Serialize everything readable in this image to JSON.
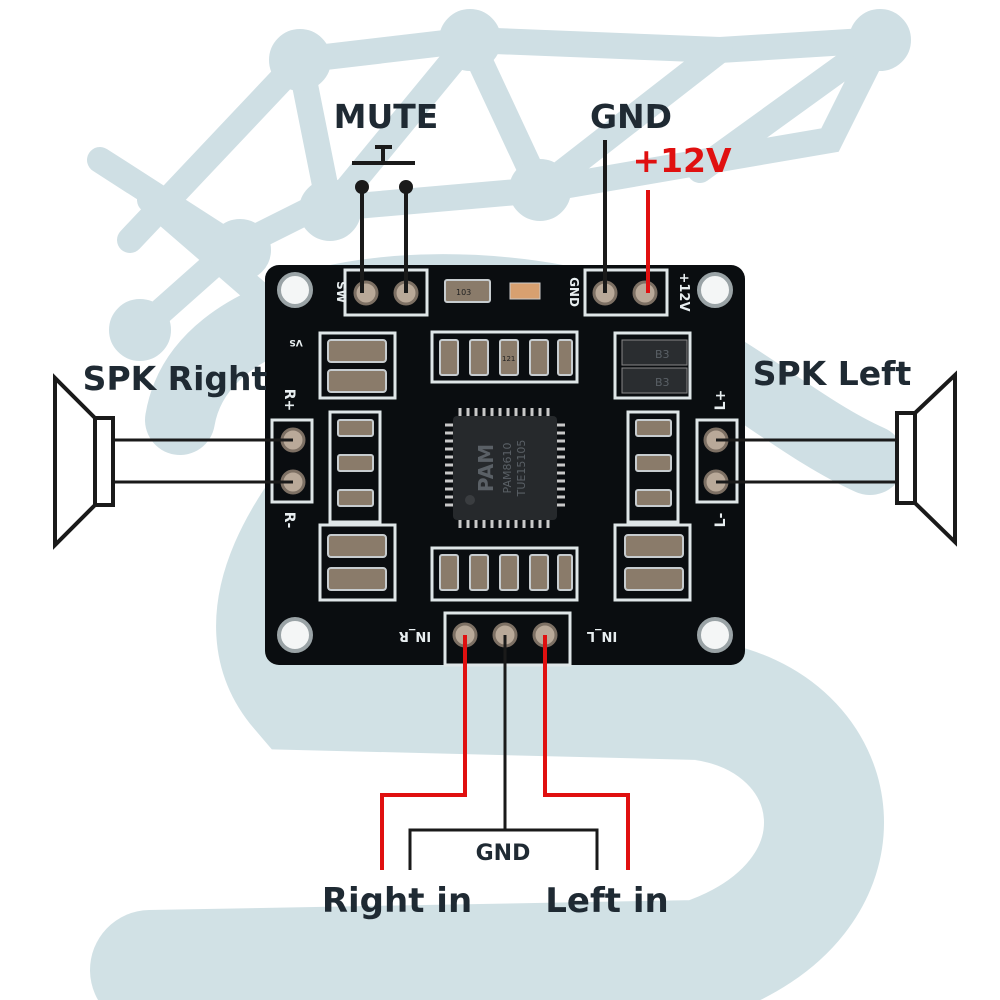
{
  "labels": {
    "mute": "MUTE",
    "gnd_top": "GND",
    "plus12v": "+12V",
    "spk_right": "SPK Right",
    "spk_left": "SPK Left",
    "gnd_bottom": "GND",
    "right_in": "Right in",
    "left_in": "Left in"
  },
  "board": {
    "sw": "SW",
    "gnd": "GND",
    "plus12v": "+12V",
    "vs": "VS",
    "r_plus": "R+",
    "r_minus": "R-",
    "l_plus": "L+",
    "l_minus": "L-",
    "in_r": "IN_R",
    "in_l": "IN_L",
    "chip_line1": "PAM8610",
    "chip_line2": "TUE15105",
    "chip_logo": "PAM",
    "res_103": "103",
    "res_121": "121",
    "diode_b3": "B3"
  },
  "colors": {
    "signal_wire": "#e01010",
    "ground_wire": "#1a1a1a",
    "label_text": "#1f2a33",
    "plus12v_text": "#e01010",
    "watermark": "#cfdfe4",
    "board": "#0a0d10"
  }
}
